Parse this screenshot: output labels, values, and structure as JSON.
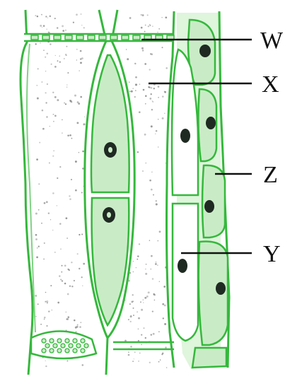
{
  "colors": {
    "wall": "#35b83c",
    "wall_light": "#7fd383",
    "fill": "#c9ecc6",
    "fill_light": "#dff5dc",
    "nucleus": "#1f2a22",
    "stipple": "#6c6c6c",
    "label_line": "#111111"
  },
  "labels": {
    "w": "W",
    "x": "X",
    "y": "Y",
    "z": "Z"
  }
}
